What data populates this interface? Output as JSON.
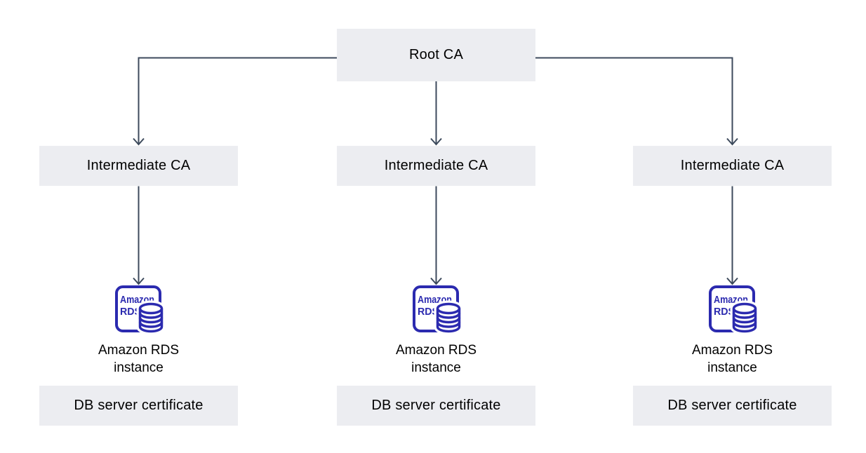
{
  "colors": {
    "background": "#FFFFFF",
    "box_fill": "#ECEDF1",
    "box_text": "#000000",
    "connector": "#3D4A5C",
    "rds_blue": "#2B2AAF"
  },
  "root_ca": {
    "label": "Root CA"
  },
  "columns": [
    {
      "intermediate_label": "Intermediate CA",
      "rds_icon": {
        "name": "amazon-rds-icon",
        "line1": "Amazon",
        "line2": "RDS"
      },
      "instance_line1": "Amazon RDS",
      "instance_line2": "instance",
      "certificate_label": "DB server certificate"
    },
    {
      "intermediate_label": "Intermediate CA",
      "rds_icon": {
        "name": "amazon-rds-icon",
        "line1": "Amazon",
        "line2": "RDS"
      },
      "instance_line1": "Amazon RDS",
      "instance_line2": "instance",
      "certificate_label": "DB server certificate"
    },
    {
      "intermediate_label": "Intermediate CA",
      "rds_icon": {
        "name": "amazon-rds-icon",
        "line1": "Amazon",
        "line2": "RDS"
      },
      "instance_line1": "Amazon RDS",
      "instance_line2": "instance",
      "certificate_label": "DB server certificate"
    }
  ]
}
